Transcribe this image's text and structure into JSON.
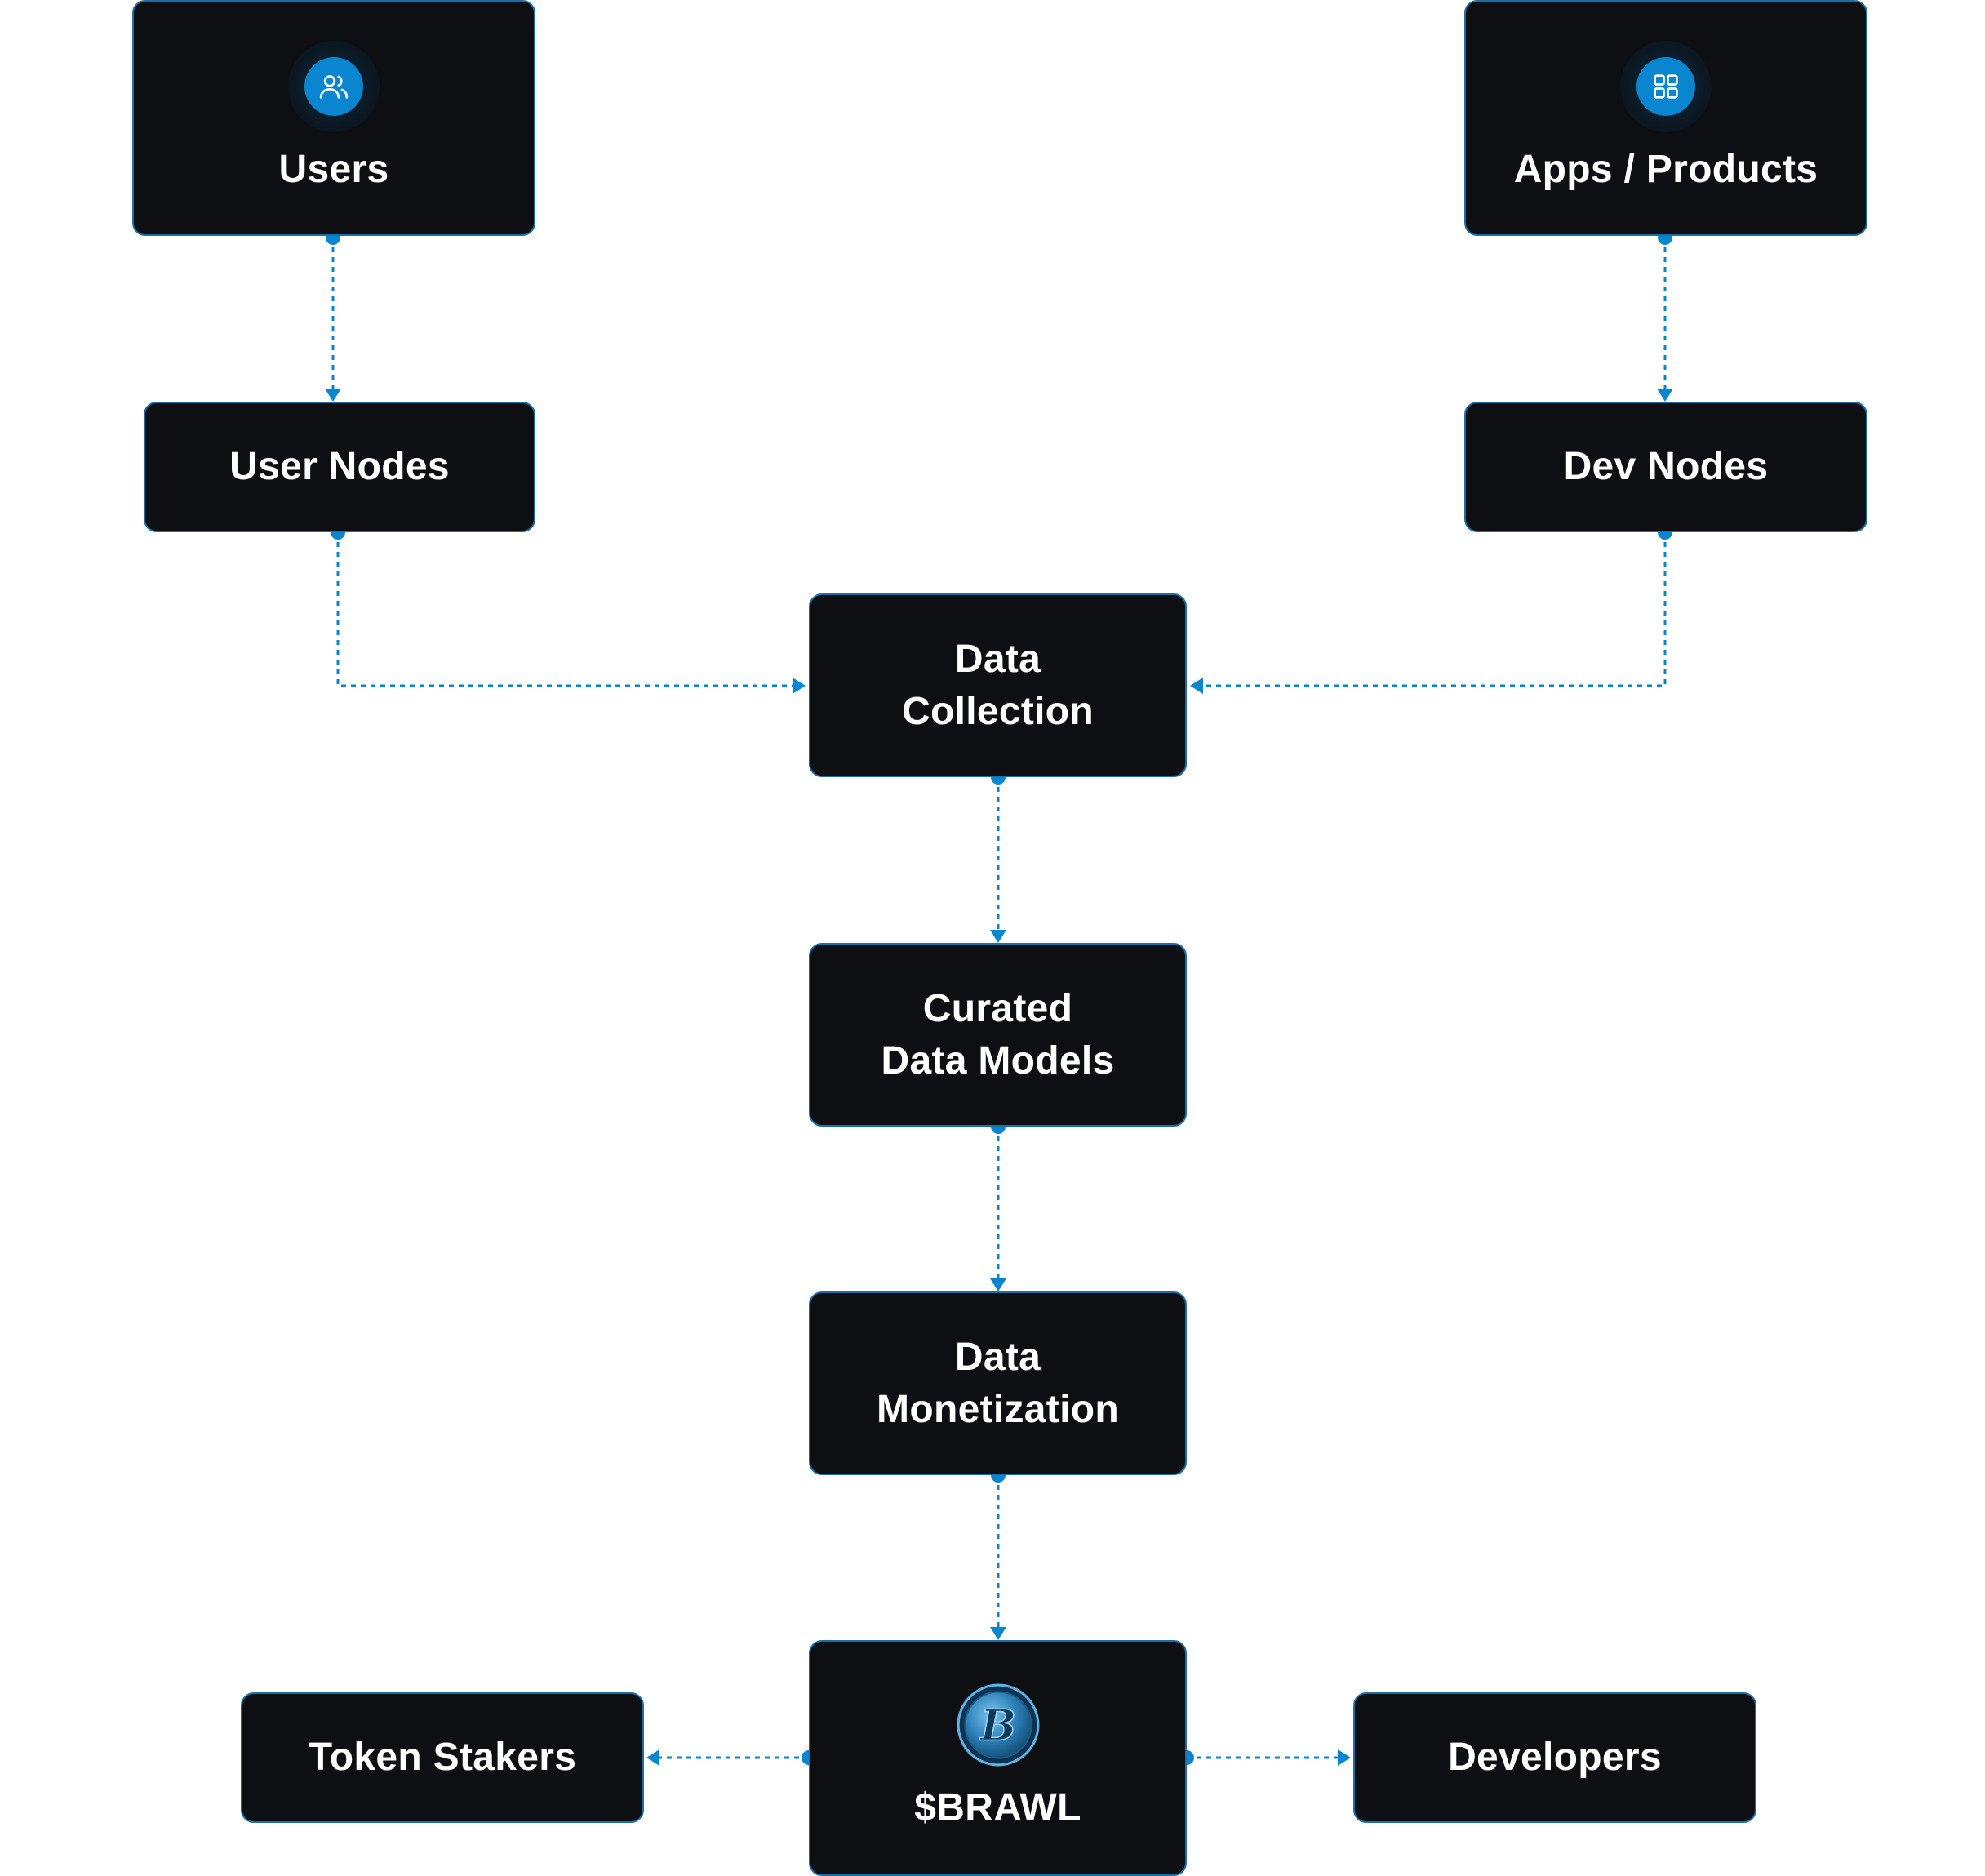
{
  "colors": {
    "node_fill": "#0d0f13",
    "node_border": "#1a6fa8",
    "connector": "#0a86d0",
    "icon_accent": "#0a86d0",
    "text": "#ffffff"
  },
  "nodes": {
    "users": {
      "label": "Users",
      "icon": "users-icon"
    },
    "apps_products": {
      "label": "Apps / Products",
      "icon": "grid-icon"
    },
    "user_nodes": {
      "label": "User Nodes"
    },
    "dev_nodes": {
      "label": "Dev Nodes"
    },
    "data_collection": {
      "label": "Data\nCollection"
    },
    "curated_data_models": {
      "label": "Curated\nData Models"
    },
    "data_monetization": {
      "label": "Data\nMonetization"
    },
    "brawl": {
      "label": "$BRAWL",
      "icon": "brawl-coin-icon",
      "icon_letter": "B"
    },
    "token_stakers": {
      "label": "Token Stakers"
    },
    "developers": {
      "label": "Developers"
    }
  },
  "edges": [
    {
      "from": "users",
      "to": "user_nodes"
    },
    {
      "from": "apps_products",
      "to": "dev_nodes"
    },
    {
      "from": "user_nodes",
      "to": "data_collection"
    },
    {
      "from": "dev_nodes",
      "to": "data_collection"
    },
    {
      "from": "data_collection",
      "to": "curated_data_models"
    },
    {
      "from": "curated_data_models",
      "to": "data_monetization"
    },
    {
      "from": "data_monetization",
      "to": "brawl"
    },
    {
      "from": "brawl",
      "to": "token_stakers"
    },
    {
      "from": "brawl",
      "to": "developers"
    }
  ]
}
